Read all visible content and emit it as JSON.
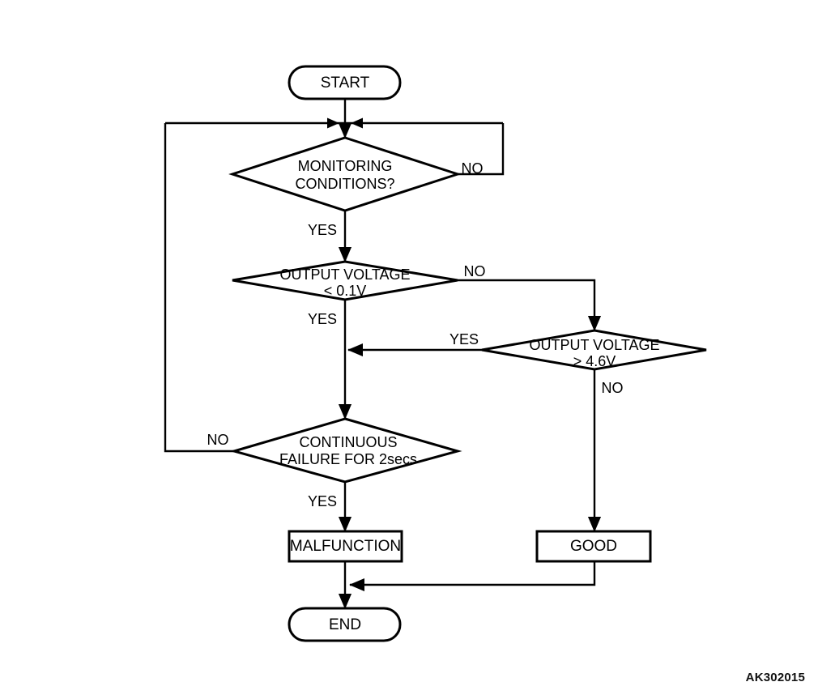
{
  "diagram": {
    "type": "flowchart",
    "title": "Output voltage monitoring logic flowchart",
    "reference_code": "AK302015",
    "colors": {
      "stroke": "#000000",
      "background": "#ffffff",
      "text": "#000000"
    },
    "nodes": [
      {
        "id": "start",
        "shape": "terminator",
        "label": "START"
      },
      {
        "id": "monitoring",
        "shape": "decision",
        "label_line1": "MONITORING",
        "label_line2": "CONDITIONS?"
      },
      {
        "id": "volt_low",
        "shape": "decision",
        "label_line1": "OUTPUT VOLTAGE",
        "label_line2": "< 0.1V"
      },
      {
        "id": "volt_high",
        "shape": "decision",
        "label_line1": "OUTPUT VOLTAGE",
        "label_line2": "> 4.6V"
      },
      {
        "id": "continuous",
        "shape": "decision",
        "label_line1": "CONTINUOUS",
        "label_line2": "FAILURE FOR 2secs"
      },
      {
        "id": "malfunction",
        "shape": "process",
        "label": "MALFUNCTION"
      },
      {
        "id": "good",
        "shape": "process",
        "label": "GOOD"
      },
      {
        "id": "end",
        "shape": "terminator",
        "label": "END"
      }
    ],
    "edges": [
      {
        "from": "start",
        "to": "monitoring",
        "label": ""
      },
      {
        "from": "monitoring",
        "to": "monitoring",
        "label": "NO"
      },
      {
        "from": "monitoring",
        "to": "volt_low",
        "label": "YES"
      },
      {
        "from": "volt_low",
        "to": "volt_high",
        "label": "NO"
      },
      {
        "from": "volt_low",
        "to": "continuous",
        "label": "YES"
      },
      {
        "from": "volt_high",
        "to": "continuous",
        "label": "YES"
      },
      {
        "from": "volt_high",
        "to": "good",
        "label": "NO"
      },
      {
        "from": "continuous",
        "to": "monitoring",
        "label": "NO"
      },
      {
        "from": "continuous",
        "to": "malfunction",
        "label": "YES"
      },
      {
        "from": "malfunction",
        "to": "end",
        "label": ""
      },
      {
        "from": "good",
        "to": "end",
        "label": ""
      }
    ],
    "edge_labels": {
      "monitoring_no": "NO",
      "monitoring_yes": "YES",
      "volt_low_no": "NO",
      "volt_low_yes": "YES",
      "volt_high_yes": "YES",
      "volt_high_no": "NO",
      "continuous_no": "NO",
      "continuous_yes": "YES"
    }
  }
}
